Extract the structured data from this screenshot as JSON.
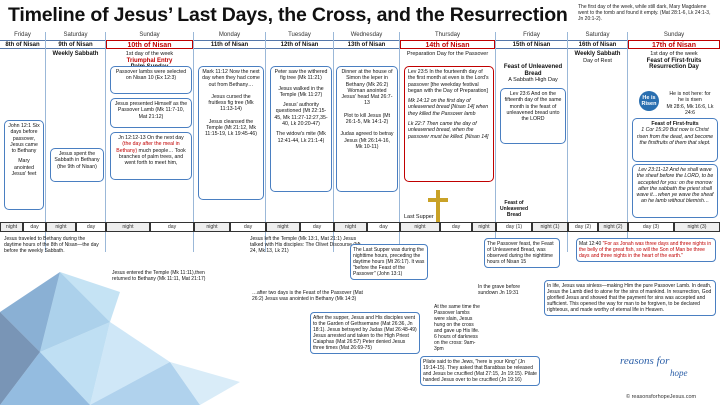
{
  "title": "Timeline of Jesus’ Last Days, the Cross, and the Resurrection",
  "topnote": "The first day of the week, while still dark, Mary Magdalene went to the tomb and found it empty. (Mat 28:1-6, Lk 24:1-3, Jn 20:1-2).",
  "days": [
    {
      "dow": "Friday",
      "nisan": "8th of Nisan"
    },
    {
      "dow": "Saturday",
      "nisan": "9th of Nisan",
      "sub": "Weekly Sabbath"
    },
    {
      "dow": "Sunday",
      "nisan": "10th of Nisan",
      "sub": "1st day of the week",
      "sub2": "Triumphal Entry",
      "sub3": "Palm Sunday"
    },
    {
      "dow": "Monday",
      "nisan": "11th of Nisan"
    },
    {
      "dow": "Tuesday",
      "nisan": "12th of Nisan"
    },
    {
      "dow": "Wednesday",
      "nisan": "13th of Nisan"
    },
    {
      "dow": "Thursday",
      "nisan": "14th of Nisan",
      "sub": "Preparation Day for the Passover"
    },
    {
      "dow": "Friday",
      "nisan": "15th of Nisan"
    },
    {
      "dow": "Saturday",
      "nisan": "16th of Nisan",
      "sub": "Weekly Sabbath",
      "sub2": "Day of Rest"
    },
    {
      "dow": "Sunday",
      "nisan": "17th of Nisan",
      "sub": "1st day of the week",
      "sub2": "Feast of First-fruits",
      "sub3": "Resurrection Day"
    }
  ],
  "boxes": {
    "b1": "John 12:1 Six days before passover, Jesus came to Bethany",
    "b1b": "Mary anointed Jesus' feet",
    "b2": "Jesus spent the Sabbath in Bethany (the 9th of Nisan)",
    "b3": "Passover lambs were selected on Nisan 10 (Ex 12:3)",
    "b4": "Jesus presented Himself as the Passover Lamb (Mk 11:7-10, Mat 21:12)",
    "b5a": "Jn 12:12-13 On the next day",
    "b5b": "(the day after the meal in Bethany)",
    "b5c": "much people… Took branches of palm trees, and went forth to meet him,",
    "b6": "Mark 11:12 Now the next day when they had come out from Bethany…",
    "b6b": "Jesus cursed the fruitless fig tree (Mk 11:13-14)",
    "b6c": "Jesus cleansed the Temple (Mt 21:12, Mk 11:15-19, Lk 19:45-46)",
    "b7": "Peter saw the withered fig tree (Mk 11:21)",
    "b7b": "Jesus walked in the Temple (Mk 11:27)",
    "b7c": "Jesus' authority questioned (Mt 22:15-45, Mk 11:27-12:27,35-40, Lk 20:20-47)",
    "b7d": "The widow's mite (Mk 12:41-44, Lk 21:1-4)",
    "b8": "Dinner at the house of Simon the leper in Bethany (Mk 26:2) Woman anointed Jesus' head Mat 26:7-13",
    "b8b": "Plot to kill Jesus (Mt 26:1-5, Mk 14:1-2)",
    "b8c": "Judas agreed to betray Jesus (Mt 26:14-16, Mk 10-11)",
    "b9a": "Lev 23:5 In the fourteenth day of the first month at even is the Lord's passover [the weekday festival began with the Day of Preparation]",
    "b9b": "Mk 14:12 on the first day of unleavened bread [Nisan 14] when they killed the Passover lamb",
    "b9c": "Lk 22:7 Then came the day of unleavened bread, when the passover must be killed. [Nisan 14]",
    "lastsupper": "Last Supper",
    "b10": "Feast of Unleavened Bread",
    "b10s": "A Sabbath High Day",
    "b10b": "Lev 23:6 And on the fifteenth day of the same month is the feast of unleavened bread unto the LORD",
    "b10c": "Feast of Unleavened Bread",
    "risen": "He is Risen",
    "b11": "He is not here: for he is risen",
    "b11r": "Mt 28:6, Mk 16:6, Lk 24:6",
    "b11b": "Feast of First-fruits",
    "b11c": "1 Cor 15:20 But now is Christ risen from the dead, and become the firstfruits of them that slept.",
    "b11d": "Lev 23:11-12 And he shall wave the sheaf before the LORD, to be accepted for you: on the morrow after the sabbath the priest shall wave it…when ye wave the sheaf an he lamb without blemish…"
  },
  "timeline": [
    "night",
    "day",
    "night",
    "day",
    "night",
    "day",
    "night",
    "day",
    "night",
    "day",
    "night",
    "day",
    "night",
    "day",
    "night",
    "day (1)",
    "night (1)",
    "day (2)",
    "night (2)",
    "day (3)",
    "night (3)"
  ],
  "notes": {
    "n1": "Jesus traveled to Bethany during the daytime hours of the 8th of Nisan—the day before the weekly Sabbath.",
    "n2": "Jesus entered the Temple (Mk 11:11),then returned to Bethany (Mk 11:11, Mat 21:17)",
    "n3": "Jesus left the Temple (Mk 13:1, Mat 21:1) Jesus talked with His disciples: The Olivet Discourse (Mt 24, Mk 13, Lk 21)",
    "n4": "…after two days is the Feast of the Passover (Mat 26:2) Jesus was anointed in Bethany (Mk 14:3)",
    "n5": "The Last Supper was during the nighttime hours, preceding the daytime hours (Mt 26:17). It was \"before the Feast of the Passover\" (John 13:1)",
    "n6": "After the supper, Jesus and His disciples went to the Garden of Gethsemane (Mat 26:36, Jn 18:1). Jesus betrayed by Judas (Mat 26:48-49) Jesus arrested and taken to the High Priest Caiaphas (Mat 26:57) Peter denied Jesus three times (Mat 26:69-75)",
    "n7": "The Passover feast, the Feast of Unleavened Bread, was observed during the nighttime hours of Nisan 15",
    "n8": "In the grave before sundown Jn 19:31",
    "n9": "At the same time the Passover lambs were slain, Jesus hung on the cross and gave up His life. 6 hours of darkness on the cross: 9am-3pm",
    "n10a": "Mat 12:40",
    "n10b": "\"For as Jonah was three days and three nights in the belly of the great fish, so will the Son of Man be three days and three nights in the heart of the earth.\"",
    "n11": "In life, Jesus was sinless—making Him the pure Passover Lamb. In death, Jesus the Lamb died to atone for the sins of mankind. In resurrection, God glorified Jesus and showed that the payment for sins was accepted and sufficient. This opened the way for man to be forgiven, to be declared righteous, and made worthy of eternal life in Heaven.",
    "n12": "Pilate said to the Jews, \"here is your King\" (Jn 19:14-15). They asked that Barabbas be released and Jesus be crucified (Mat 27:15, Jn 19:15). Pilate handed Jesus over to be crucified (Jn 19:16)"
  },
  "logo": "reasons for hope JESUS",
  "copyright": "© reasonsforhopeJesus.com",
  "colors": {
    "accent": "#4a7fc1",
    "red": "#c00000",
    "dark": "#333333",
    "risen": "#2a6fb0",
    "cross": "#c9a227"
  }
}
